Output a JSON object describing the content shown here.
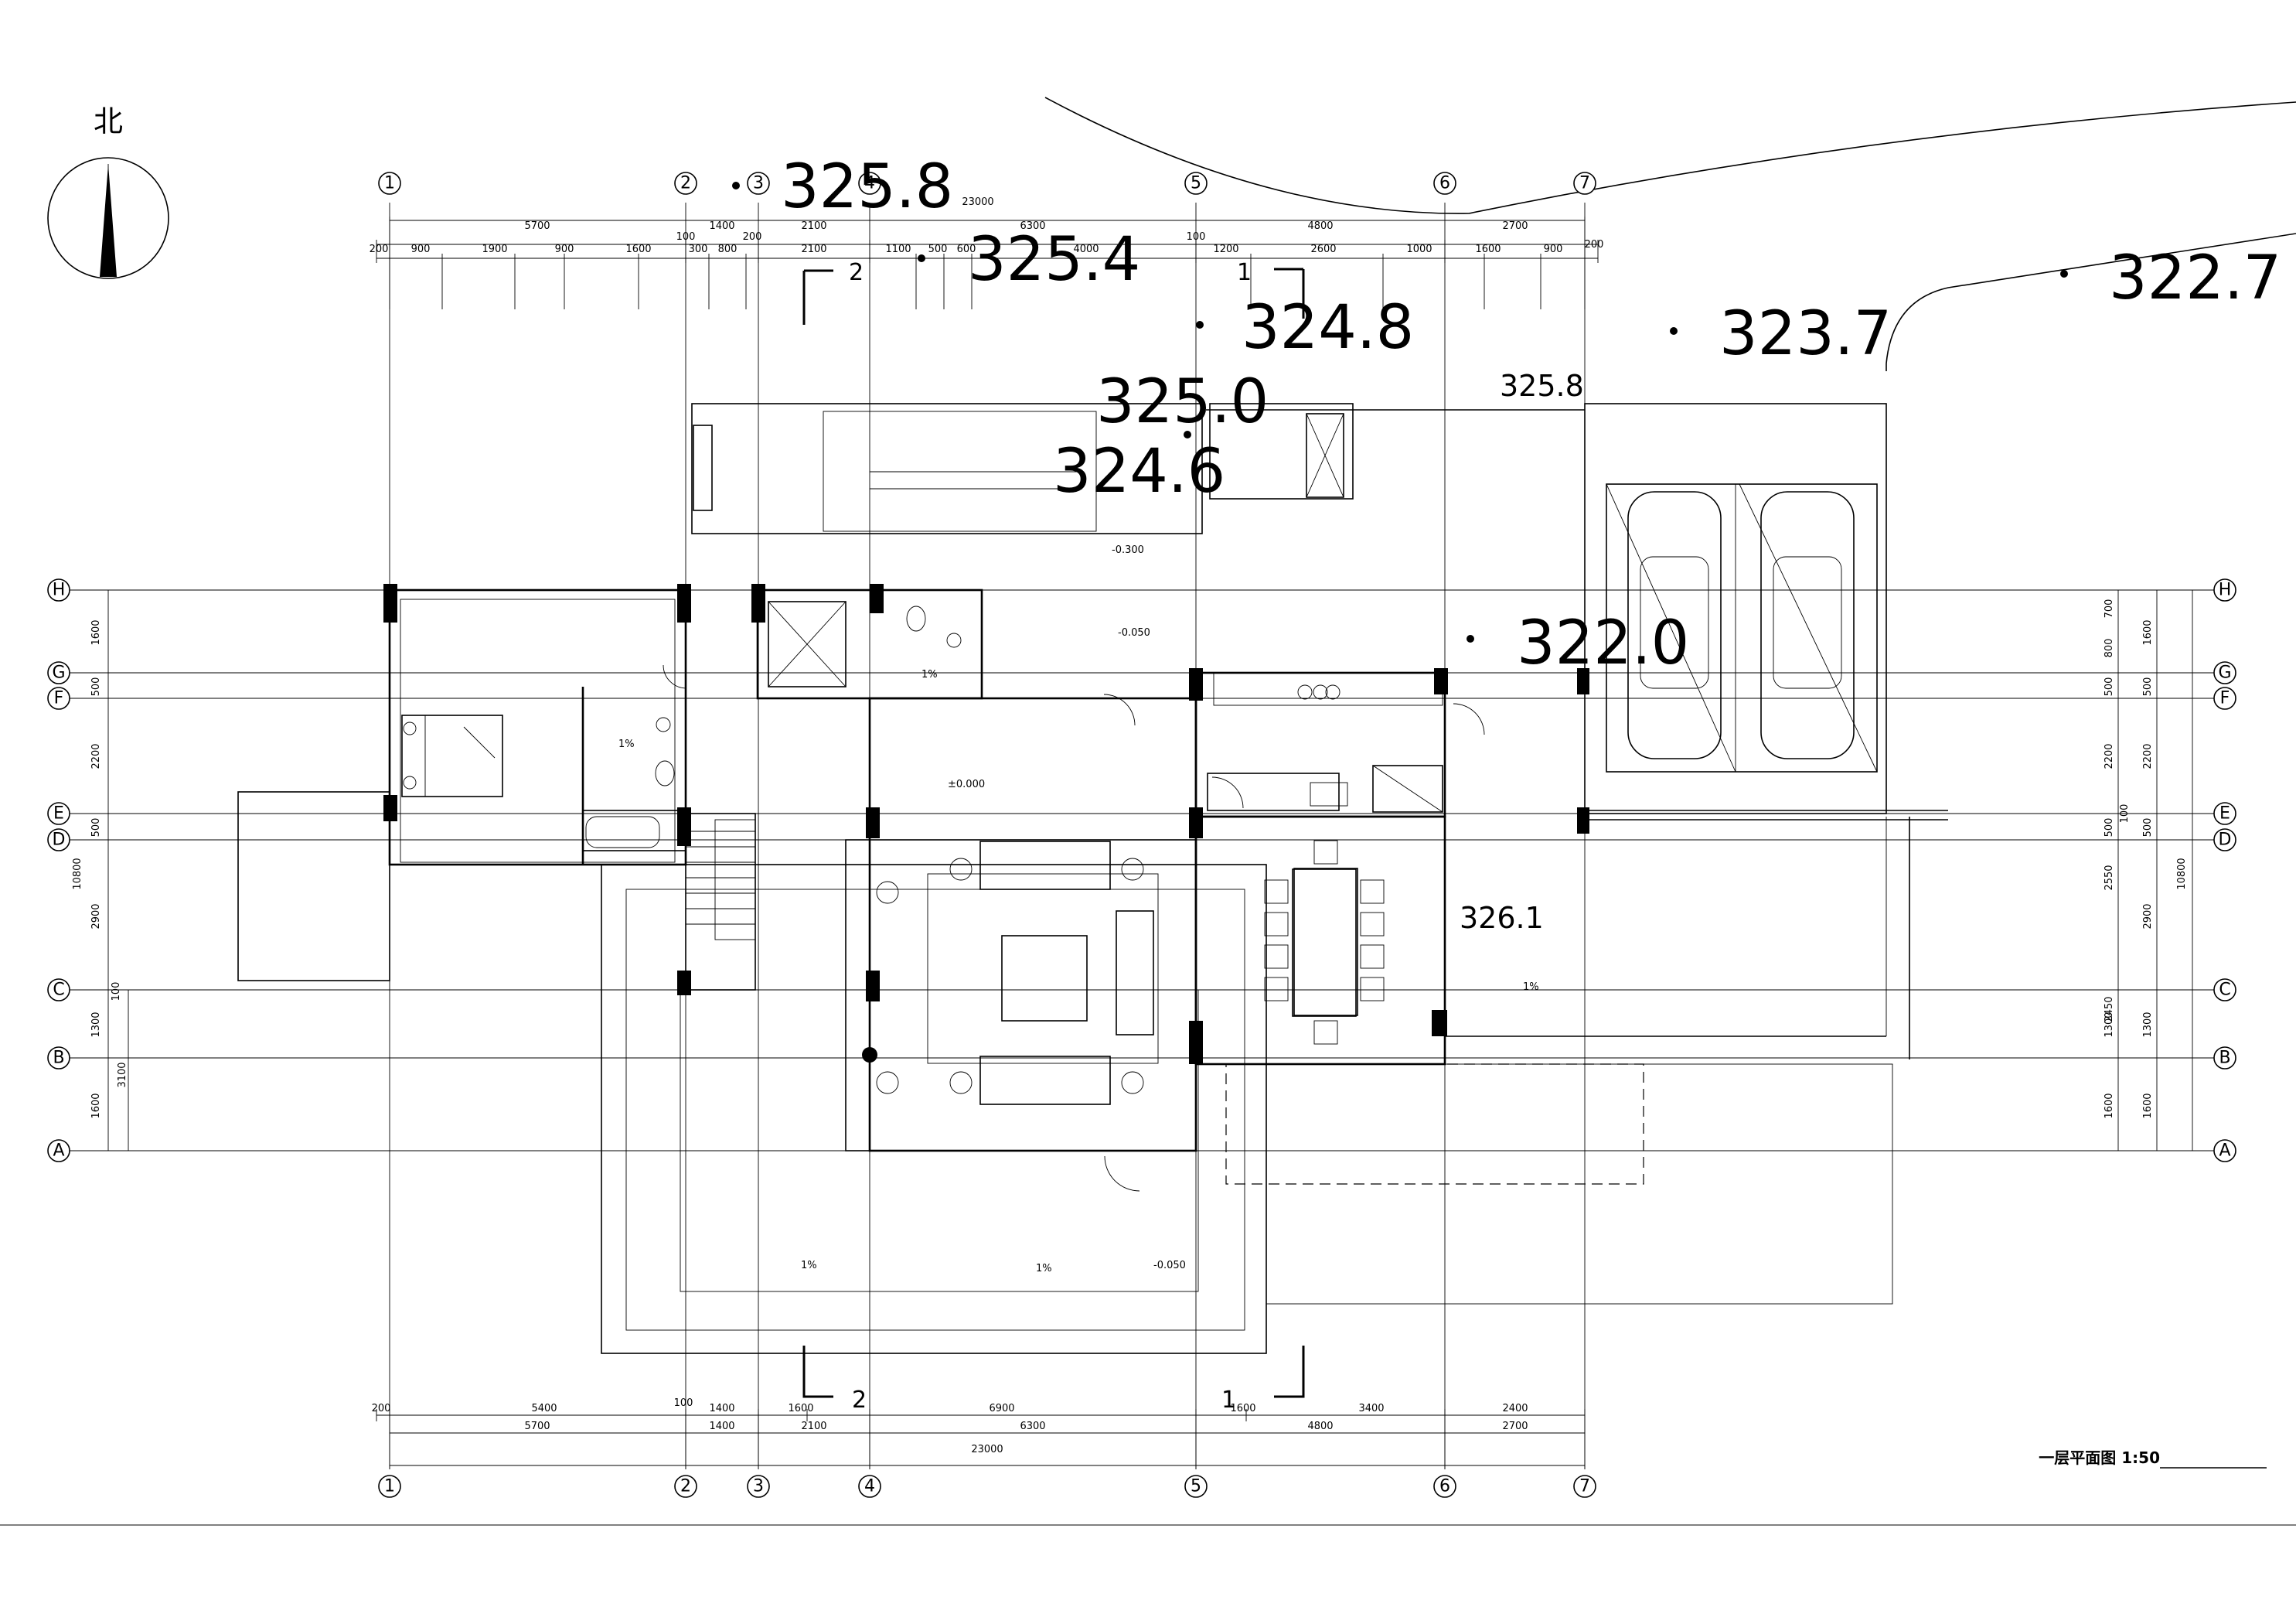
{
  "north": {
    "label": "北"
  },
  "axes_top": [
    "1",
    "2",
    "3",
    "4",
    "5",
    "6",
    "7"
  ],
  "axes_bottom": [
    "1",
    "2",
    "3",
    "4",
    "5",
    "6",
    "7"
  ],
  "axes_rows_left": [
    "H",
    "G",
    "F",
    "E",
    "D",
    "C",
    "B",
    "A"
  ],
  "axes_rows_right": [
    "H",
    "G",
    "F",
    "E",
    "D",
    "C",
    "B",
    "A"
  ],
  "dims": {
    "top_total": "23000",
    "top_row1": [
      "5700",
      "1400",
      "2100",
      "6300",
      "4800",
      "2700"
    ],
    "top_row2": [
      "200",
      "900",
      "1900",
      "900",
      "1600",
      "100",
      "300",
      "800",
      "200",
      "2100",
      "1100",
      "500",
      "600",
      "4000",
      "100",
      "1200",
      "2600",
      "1000",
      "1600",
      "900",
      "200"
    ],
    "bottom_row1": [
      "200",
      "5400",
      "100",
      "1400",
      "1600",
      "6900",
      "1600",
      "3400",
      "2400"
    ],
    "bottom_row2": [
      "5700",
      "1400",
      "2100",
      "6300",
      "4800",
      "2700"
    ],
    "bottom_total": "23000",
    "left_col": [
      "1600",
      "500",
      "2200",
      "500",
      "2900",
      "100",
      "1300",
      "3100",
      "1600",
      "10800"
    ],
    "right_col_a": [
      "700",
      "800",
      "500",
      "2200",
      "100",
      "500",
      "2550",
      "2450",
      "1300",
      "1600"
    ],
    "right_col_b": [
      "1600",
      "500",
      "2200",
      "500",
      "2900",
      "1300",
      "1600",
      "10800"
    ]
  },
  "elevations": {
    "e1": "325.8",
    "e2": "325.4",
    "e3": "324.8",
    "e4": "325.0",
    "e5": "324.6",
    "e6": "325.8",
    "e7": "323.7",
    "e8": "322.7",
    "e9": "322.0",
    "e10": "326.1"
  },
  "section_marks": {
    "s1": "1",
    "s2": "2",
    "s3": "2",
    "s4": "1"
  },
  "levels": {
    "l1": "-0.300",
    "l2": "-0.050",
    "l3": "±0.000",
    "l4": "-0.050"
  },
  "slopes": {
    "s1": "1%",
    "s2": "1%",
    "s3": "1%",
    "s4": "1%",
    "s5": "1%"
  },
  "drawing_title": "一层平面图 1:50"
}
